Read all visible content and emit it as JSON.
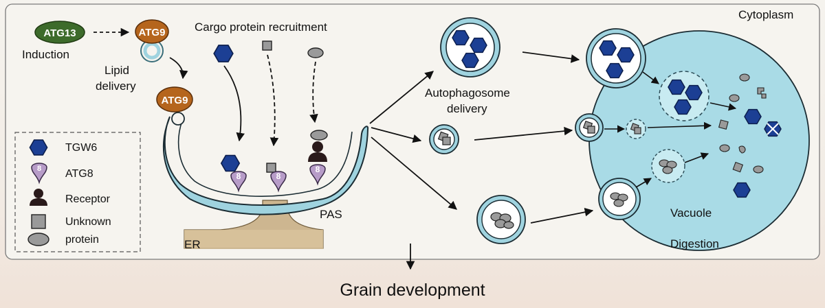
{
  "labels": {
    "cytoplasm": "Cytoplasm",
    "atg13": "ATG13",
    "atg9_top": "ATG9",
    "atg9_mid": "ATG9",
    "induction": "Induction",
    "lipid_delivery_1": "Lipid",
    "lipid_delivery_2": "delivery",
    "cargo_recruitment": "Cargo protein recruitment",
    "autophagosome_1": "Autophagosome",
    "autophagosome_2": "delivery",
    "pas": "PAS",
    "er": "ER",
    "vacuole": "Vacuole",
    "digestion": "Digestion",
    "grain_development": "Grain development",
    "atg8_digit": "8"
  },
  "legend": {
    "items": [
      {
        "label": "TGW6",
        "icon": "hexagon-icon"
      },
      {
        "label": "ATG8",
        "icon": "atg8-icon"
      },
      {
        "label": "Receptor",
        "icon": "receptor-icon"
      },
      {
        "label": "Unknown",
        "icon": "square-icon"
      },
      {
        "label": "protein",
        "icon": "ellipse-icon"
      }
    ]
  },
  "colors": {
    "tgw6": "#1c3f94",
    "atg13": "#3d6b2b",
    "atg9": "#b5651d",
    "membrane": "#9fd3df",
    "vacuole": "#a9dbe6",
    "atg8": "#b79cc8",
    "unknown": "#9a9a9a",
    "er": "#cdb690"
  }
}
